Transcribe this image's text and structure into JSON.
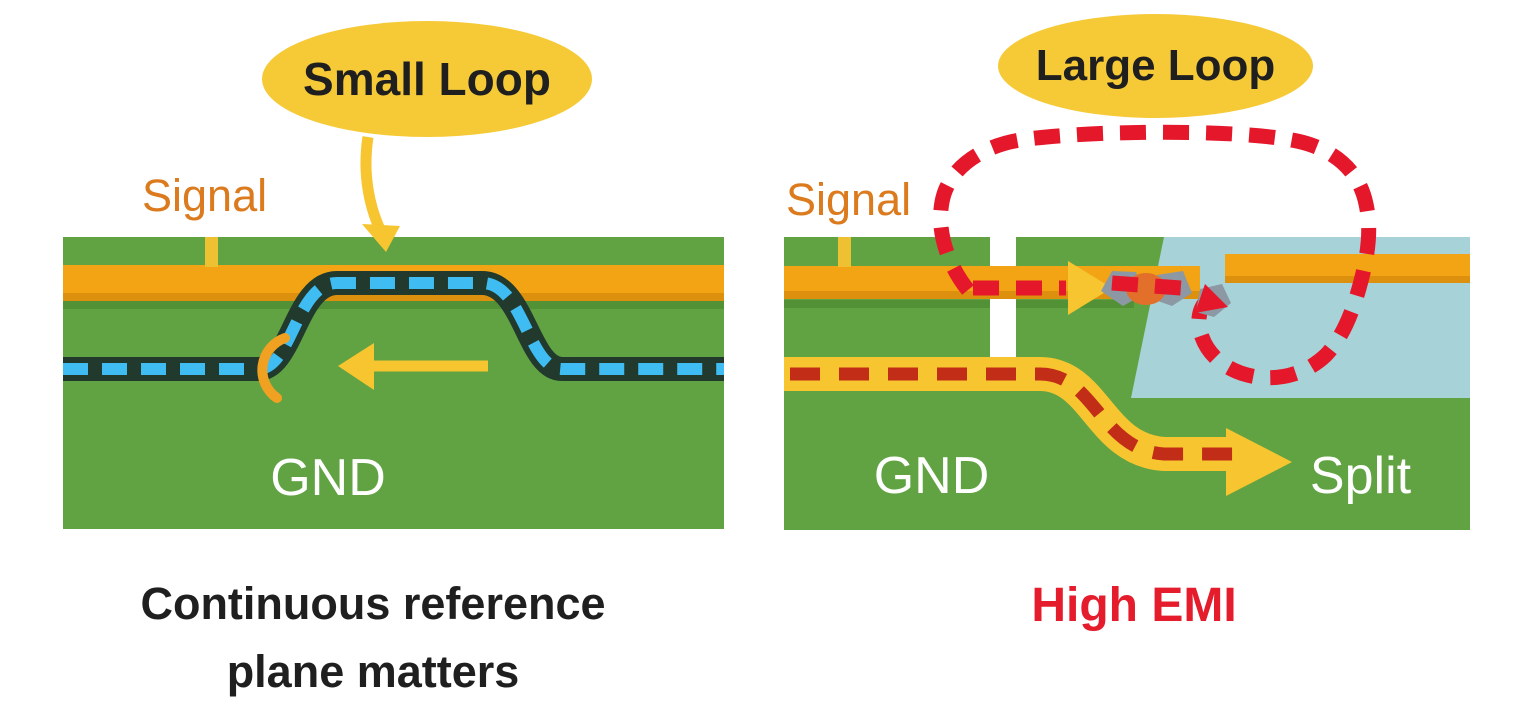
{
  "colors": {
    "background": "#ffffff",
    "pcb_green": "#61a342",
    "pcb_green_dark": "#539137",
    "trace_orange": "#f3a414",
    "trace_orange_dark": "#dd8f0e",
    "stub_yellow": "#eec133",
    "accent_yellow": "#f6c52f",
    "callout_yellow": "#f6ca37",
    "crescent_orange": "#f1a122",
    "return_cyan": "#3fbdf2",
    "return_dark": "#213a2d",
    "loop_red": "#e5182b",
    "return_red": "#c22d17",
    "split_blue": "#a7d3d8",
    "emi_gray": "#8c98a3",
    "emi_orange": "#e2702a",
    "signal_text": "#dc7a1e",
    "high_emi_text": "#e51c2b",
    "caption_text": "#1f1f1f",
    "plane_label_text": "#ffffff"
  },
  "left_panel": {
    "callout_label": "Small Loop",
    "signal_label": "Signal",
    "plane_label": "GND",
    "caption_line1": "Continuous reference",
    "caption_line2": "plane matters"
  },
  "right_panel": {
    "callout_label": "Large Loop",
    "signal_label": "Signal",
    "plane_label": "GND",
    "split_label": "Split",
    "caption": "High EMI"
  }
}
